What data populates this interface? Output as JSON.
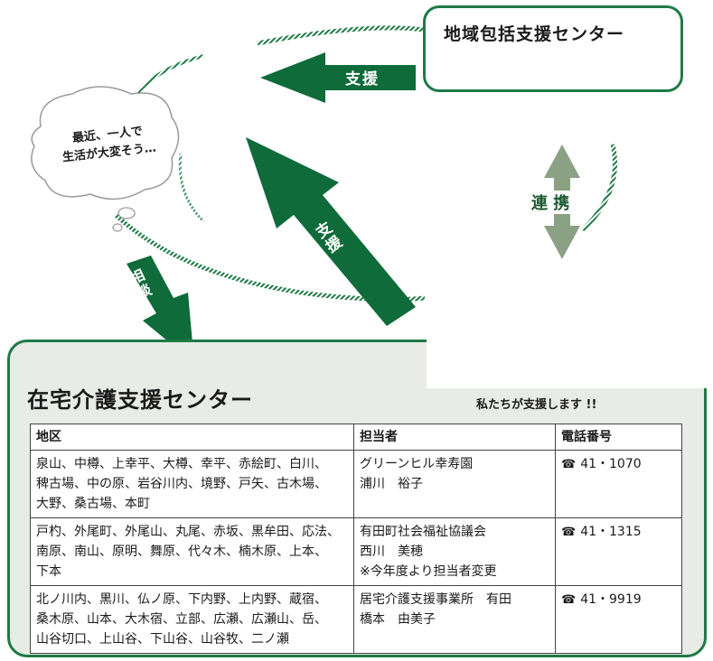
{
  "community_center": {
    "title": "地域包括支援センター"
  },
  "thought_bubble": {
    "line1": "最近、一人で",
    "line2": "生活が大変そう…"
  },
  "arrows": {
    "support_top": "支援",
    "support_diagonal": "支援",
    "consult": "相談",
    "cooperation": "連 携"
  },
  "home_care_center": {
    "title": "在宅介護支援センター",
    "tagline": "私たちが支援します !!"
  },
  "table": {
    "headers": {
      "area": "地区",
      "staff": "担当者",
      "phone": "電話番号"
    },
    "rows": [
      {
        "area_lines": [
          "泉山、中樽、上幸平、大樽、幸平、赤絵町、白川、",
          "稗古場、中の原、岩谷川内、境野、戸矢、古木場、",
          "大野、桑古場、本町"
        ],
        "staff_lines": [
          "グリーンヒル幸寿園",
          "浦川　裕子"
        ],
        "phone": "41・1070"
      },
      {
        "area_lines": [
          "戸杓、外尾町、外尾山、丸尾、赤坂、黒牟田、応法、",
          "南原、南山、原明、舞原、代々木、楠木原、上本、",
          "下本"
        ],
        "staff_lines": [
          "有田町社会福祉協議会",
          "西川　美穂",
          "※今年度より担当者変更"
        ],
        "phone": "41・1315"
      },
      {
        "area_lines": [
          "北ノ川内、黒川、仏ノ原、下内野、上内野、蔵宿、",
          "桑木原、山本、大木宿、立部、広瀬、広瀬山、岳、",
          "山谷切口、上山谷、下山谷、山谷牧、二ノ瀬"
        ],
        "staff_lines": [
          "居宅介護支援事業所　有田",
          "橋本　由美子"
        ],
        "phone": "41・9919"
      }
    ]
  },
  "colors": {
    "green_dark": "#0f6b3a",
    "green_border": "#1e7a45",
    "cooperation_arrow": "#8aa184",
    "panel_bg": "#e8ebe6"
  },
  "icons": {
    "phone": "telephone-icon"
  }
}
